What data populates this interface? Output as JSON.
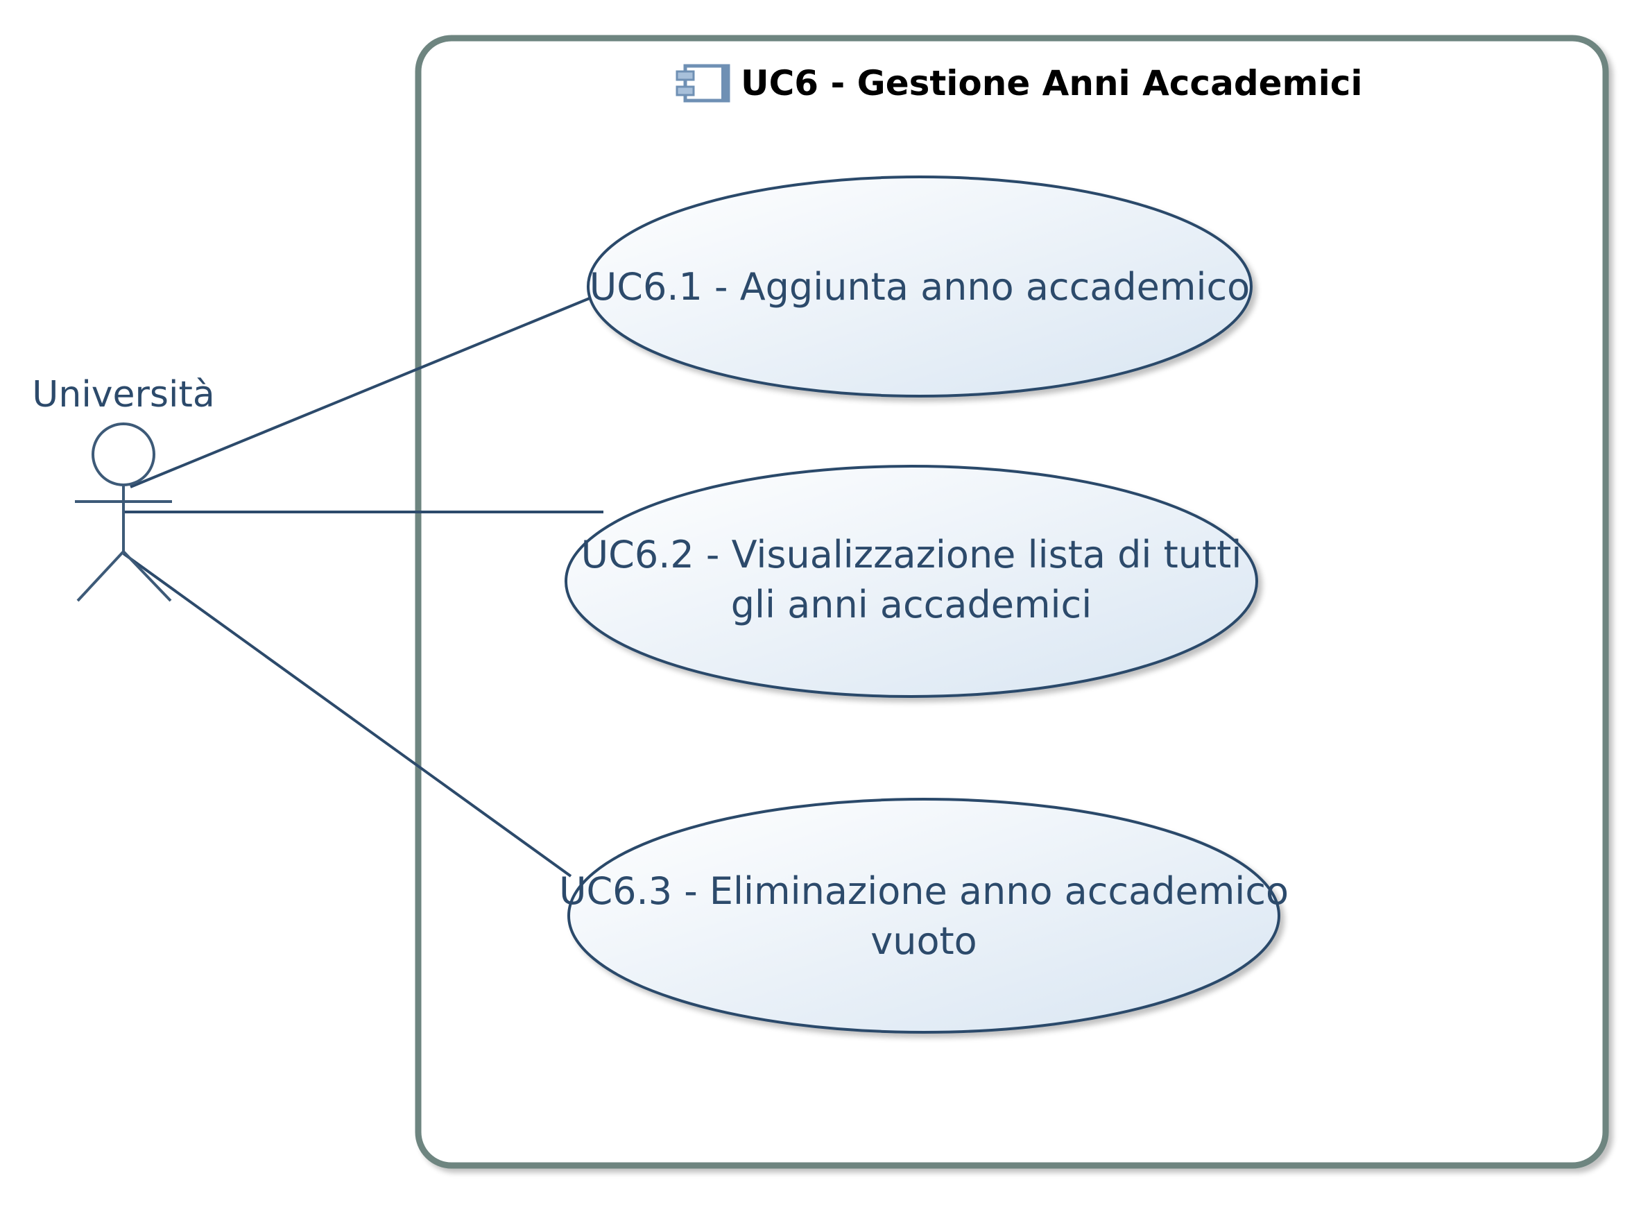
{
  "diagram": {
    "title": "UC6 - Gestione Anni Accademici",
    "actor": {
      "name": "Università"
    },
    "use_cases": [
      {
        "lines": [
          "UC6.1 - Aggiunta anno accademico"
        ]
      },
      {
        "lines": [
          "UC6.2 - Visualizzazione lista di tutti",
          "gli anni accademici"
        ]
      },
      {
        "lines": [
          "UC6.3 - Eliminazione anno accademico",
          "vuoto"
        ]
      }
    ],
    "colors": {
      "system_border": "#6e8580",
      "ellipse_stroke": "#2c4a6b",
      "ellipse_fill_light": "#ffffff",
      "ellipse_fill_dark": "#dce8f4",
      "association_line": "#2c4a6b",
      "actor_stroke": "#3d5a78",
      "component_icon": "#6f90b4"
    },
    "icons": {
      "title_icon": "component-icon"
    }
  }
}
